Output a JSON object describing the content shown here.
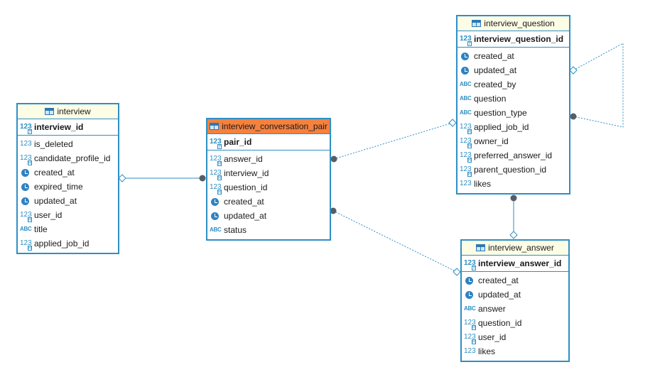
{
  "entities": [
    {
      "name": "interview",
      "highlight": false,
      "pk": {
        "name": "interview_id",
        "type": "num",
        "key": "pk"
      },
      "columns": [
        {
          "name": "is_deleted",
          "type": "num"
        },
        {
          "name": "candidate_profile_id",
          "type": "num",
          "key": "fk"
        },
        {
          "name": "created_at",
          "type": "clock"
        },
        {
          "name": "expired_time",
          "type": "clock"
        },
        {
          "name": "updated_at",
          "type": "clock"
        },
        {
          "name": "user_id",
          "type": "num",
          "key": "fk"
        },
        {
          "name": "title",
          "type": "abc"
        },
        {
          "name": "applied_job_id",
          "type": "num",
          "key": "fk"
        }
      ]
    },
    {
      "name": "interview_conversation_pair",
      "highlight": true,
      "pk": {
        "name": "pair_id",
        "type": "num",
        "key": "pk"
      },
      "columns": [
        {
          "name": "answer_id",
          "type": "num",
          "key": "fk"
        },
        {
          "name": "interview_id",
          "type": "num",
          "key": "fk"
        },
        {
          "name": "question_id",
          "type": "num",
          "key": "fk"
        },
        {
          "name": "created_at",
          "type": "clock"
        },
        {
          "name": "updated_at",
          "type": "clock"
        },
        {
          "name": "status",
          "type": "abc"
        }
      ]
    },
    {
      "name": "interview_question",
      "highlight": false,
      "pk": {
        "name": "interview_question_id",
        "type": "num",
        "key": "pk"
      },
      "columns": [
        {
          "name": "created_at",
          "type": "clock"
        },
        {
          "name": "updated_at",
          "type": "clock"
        },
        {
          "name": "created_by",
          "type": "abc"
        },
        {
          "name": "question",
          "type": "abc"
        },
        {
          "name": "question_type",
          "type": "abc"
        },
        {
          "name": "applied_job_id",
          "type": "num",
          "key": "fk"
        },
        {
          "name": "owner_id",
          "type": "num",
          "key": "fk"
        },
        {
          "name": "preferred_answer_id",
          "type": "num",
          "key": "fk"
        },
        {
          "name": "parent_question_id",
          "type": "num",
          "key": "fk"
        },
        {
          "name": "likes",
          "type": "num"
        }
      ]
    },
    {
      "name": "interview_answer",
      "highlight": false,
      "pk": {
        "name": "interview_answer_id",
        "type": "num",
        "key": "pk"
      },
      "columns": [
        {
          "name": "created_at",
          "type": "clock"
        },
        {
          "name": "updated_at",
          "type": "clock"
        },
        {
          "name": "answer",
          "type": "abc"
        },
        {
          "name": "question_id",
          "type": "num",
          "key": "fk"
        },
        {
          "name": "user_id",
          "type": "num",
          "key": "fk"
        },
        {
          "name": "likes",
          "type": "num"
        }
      ]
    }
  ],
  "relationships": [
    {
      "from": "interview_conversation_pair",
      "to": "interview"
    },
    {
      "from": "interview_conversation_pair",
      "to": "interview_question"
    },
    {
      "from": "interview_conversation_pair",
      "to": "interview_answer"
    },
    {
      "from": "interview_question",
      "to": "interview_answer"
    },
    {
      "from": "interview_question",
      "to": "interview_question"
    }
  ],
  "colors": {
    "border": "#2e8fc4",
    "header": "#fdfde6",
    "header_selected": "#f5813f",
    "link": "#2e8fc4",
    "dot": "#555e66"
  },
  "icons": {
    "table": "table-icon",
    "num": "numeric-type-icon",
    "abc": "text-type-icon",
    "clock": "timestamp-type-icon",
    "key": "key-badge-icon"
  }
}
